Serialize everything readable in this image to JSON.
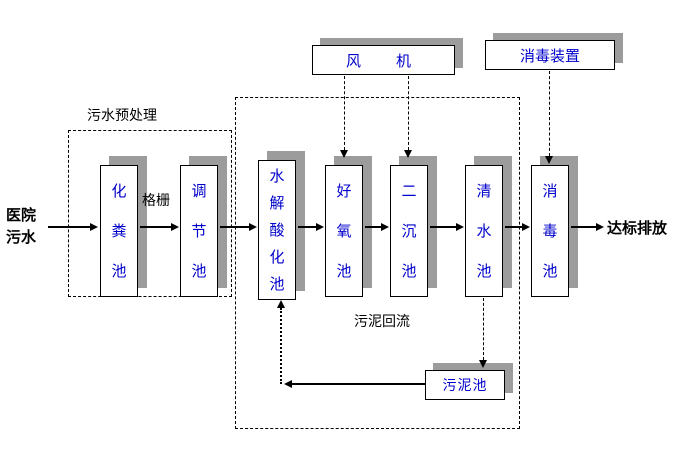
{
  "diagram": {
    "influent": "医院\n污水",
    "effluent": "达标排放",
    "pretreatment_label": "污水预处理",
    "grid_label": "格栅",
    "sludge_return_label": "污泥回流",
    "fan_label": "风　机",
    "disinfect_device_label": "消毒装置",
    "sludge_tank_label": "污泥池",
    "tanks": [
      {
        "label": "化粪池"
      },
      {
        "label": "调节池"
      },
      {
        "label": "水解酸化池"
      },
      {
        "label": "好氧池"
      },
      {
        "label": "二沉池"
      },
      {
        "label": "清水池"
      },
      {
        "label": "消毒池"
      }
    ]
  },
  "colors": {
    "tank_text_blue": "#0000cc",
    "shadow_gray": "#9c9c9c",
    "line_black": "#000000"
  }
}
